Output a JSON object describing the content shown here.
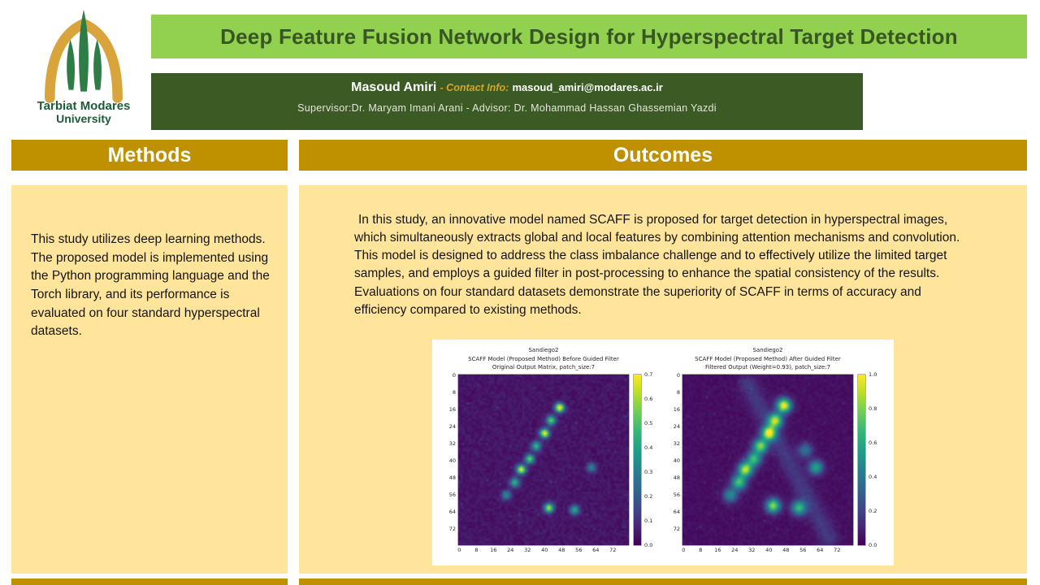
{
  "logo": {
    "line1": "Tarbiat Modares",
    "line2": "University"
  },
  "header": {
    "title": "Deep Feature Fusion Network Design for Hyperspectral Target Detection"
  },
  "authors": {
    "name": "Masoud Amiri",
    "contact_label": "- Contact Info:",
    "email": "masoud_amiri@modares.ac.ir",
    "supervisor_line": "Supervisor:Dr. Maryam Imani Arani - Advisor: Dr. Mohammad Hassan Ghassemian Yazdi"
  },
  "sections": {
    "methods": {
      "header": "Methods",
      "body": "This study utilizes deep learning methods. The proposed model is implemented using the Python programming language and the Torch library, and its performance is evaluated on four standard hyperspectral datasets."
    },
    "outcomes": {
      "header": "Outcomes",
      "body": "In this study, an innovative model named SCAFF is proposed for target detection in hyperspectral images, which simultaneously extracts global and local features by combining attention mechanisms and convolution. This model is designed to address the class imbalance challenge and to effectively utilize the limited target samples, and employs a guided filter in post-processing to enhance the spatial consistency of the results. Evaluations on four standard datasets demonstrate the superiority of SCAFF in terms of accuracy and efficiency compared to existing methods."
    }
  },
  "colors": {
    "light_green": "#92D050",
    "dark_green": "#3B5A24",
    "gold": "#BF9000",
    "cream": "#FFE59B",
    "title_text": "#375623",
    "contact_gold": "#D9A521"
  },
  "chart_data": [
    {
      "type": "heatmap",
      "title_lines": [
        "Sandiego2",
        "SCAFF Model (Proposed Method) Before Guided Filter",
        "Original Output Matrix, patch_size:7"
      ],
      "grid_size": 80,
      "x_ticks": [
        0,
        8,
        16,
        24,
        32,
        40,
        48,
        56,
        64,
        72
      ],
      "y_ticks": [
        0,
        8,
        16,
        24,
        32,
        40,
        48,
        56,
        64,
        72
      ],
      "vmin": 0.0,
      "vmax": 0.7,
      "colorbar_ticks": [
        0.7,
        0.6,
        0.5,
        0.4,
        0.3,
        0.2,
        0.1,
        0.0
      ],
      "colormap": "viridis",
      "blob_sigma": 1.5,
      "targets": [
        [
          47,
          15,
          0.72
        ],
        [
          43,
          21,
          0.5
        ],
        [
          40,
          27,
          0.68
        ],
        [
          36,
          33,
          0.45
        ],
        [
          33,
          39,
          0.5
        ],
        [
          29,
          44,
          0.66
        ],
        [
          26,
          50,
          0.42
        ],
        [
          22,
          56,
          0.3
        ],
        [
          42,
          62,
          0.6
        ],
        [
          54,
          63,
          0.4
        ],
        [
          62,
          43,
          0.28
        ]
      ],
      "streak": null
    },
    {
      "type": "heatmap",
      "title_lines": [
        "Sandiego2",
        "SCAFF Model (Proposed Method) After Guided Filter",
        "Filtered Output (Weight=0.93), patch_size:7"
      ],
      "grid_size": 80,
      "x_ticks": [
        0,
        8,
        16,
        24,
        32,
        40,
        48,
        56,
        64,
        72
      ],
      "y_ticks": [
        0,
        8,
        16,
        24,
        32,
        40,
        48,
        56,
        64,
        72
      ],
      "vmin": 0.0,
      "vmax": 1.0,
      "colorbar_ticks": [
        1.0,
        0.8,
        0.6,
        0.4,
        0.2,
        0.0
      ],
      "colormap": "viridis",
      "blob_sigma": 2.3,
      "targets": [
        [
          47,
          14,
          1.0
        ],
        [
          43,
          21,
          0.85
        ],
        [
          40,
          27,
          0.95
        ],
        [
          36,
          33,
          0.8
        ],
        [
          33,
          39,
          0.65
        ],
        [
          29,
          44,
          0.9
        ],
        [
          26,
          50,
          0.7
        ],
        [
          22,
          56,
          0.45
        ],
        [
          42,
          61,
          0.8
        ],
        [
          54,
          62,
          0.65
        ],
        [
          62,
          43,
          0.55
        ],
        [
          57,
          35,
          0.35
        ]
      ],
      "streak": [
        30,
        4,
        68,
        76,
        0.13,
        3
      ]
    }
  ]
}
